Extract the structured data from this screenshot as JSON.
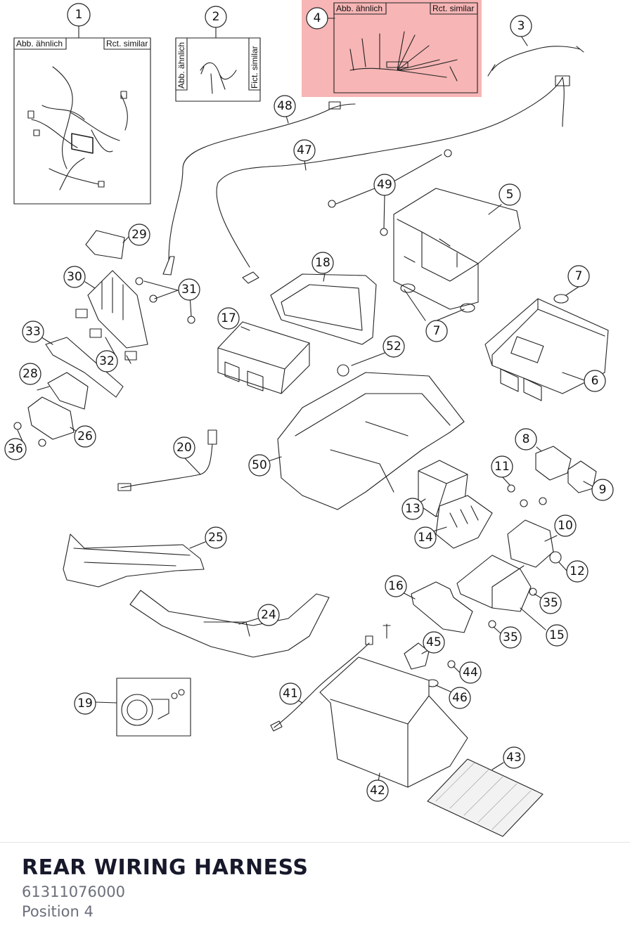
{
  "diagram": {
    "inset_labels": {
      "left": "Abb. ähnlich",
      "right": "Rct. similar",
      "left_rotated": "Abb. ähnlich",
      "right_rotated": "Fict. similar"
    },
    "callouts": [
      "1",
      "2",
      "3",
      "4",
      "5",
      "6",
      "7",
      "7",
      "7",
      "8",
      "9",
      "10",
      "11",
      "12",
      "13",
      "14",
      "15",
      "16",
      "17",
      "18",
      "19",
      "20",
      "24",
      "25",
      "26",
      "28",
      "29",
      "30",
      "31",
      "32",
      "33",
      "35",
      "35",
      "36",
      "41",
      "42",
      "43",
      "44",
      "45",
      "46",
      "47",
      "48",
      "49",
      "50",
      "52"
    ],
    "highlighted_callout": "4",
    "highlight_color": "#f6b3b3"
  },
  "footer": {
    "title": "REAR WIRING HARNESS",
    "part_number": "61311076000",
    "position": "Position 4"
  }
}
